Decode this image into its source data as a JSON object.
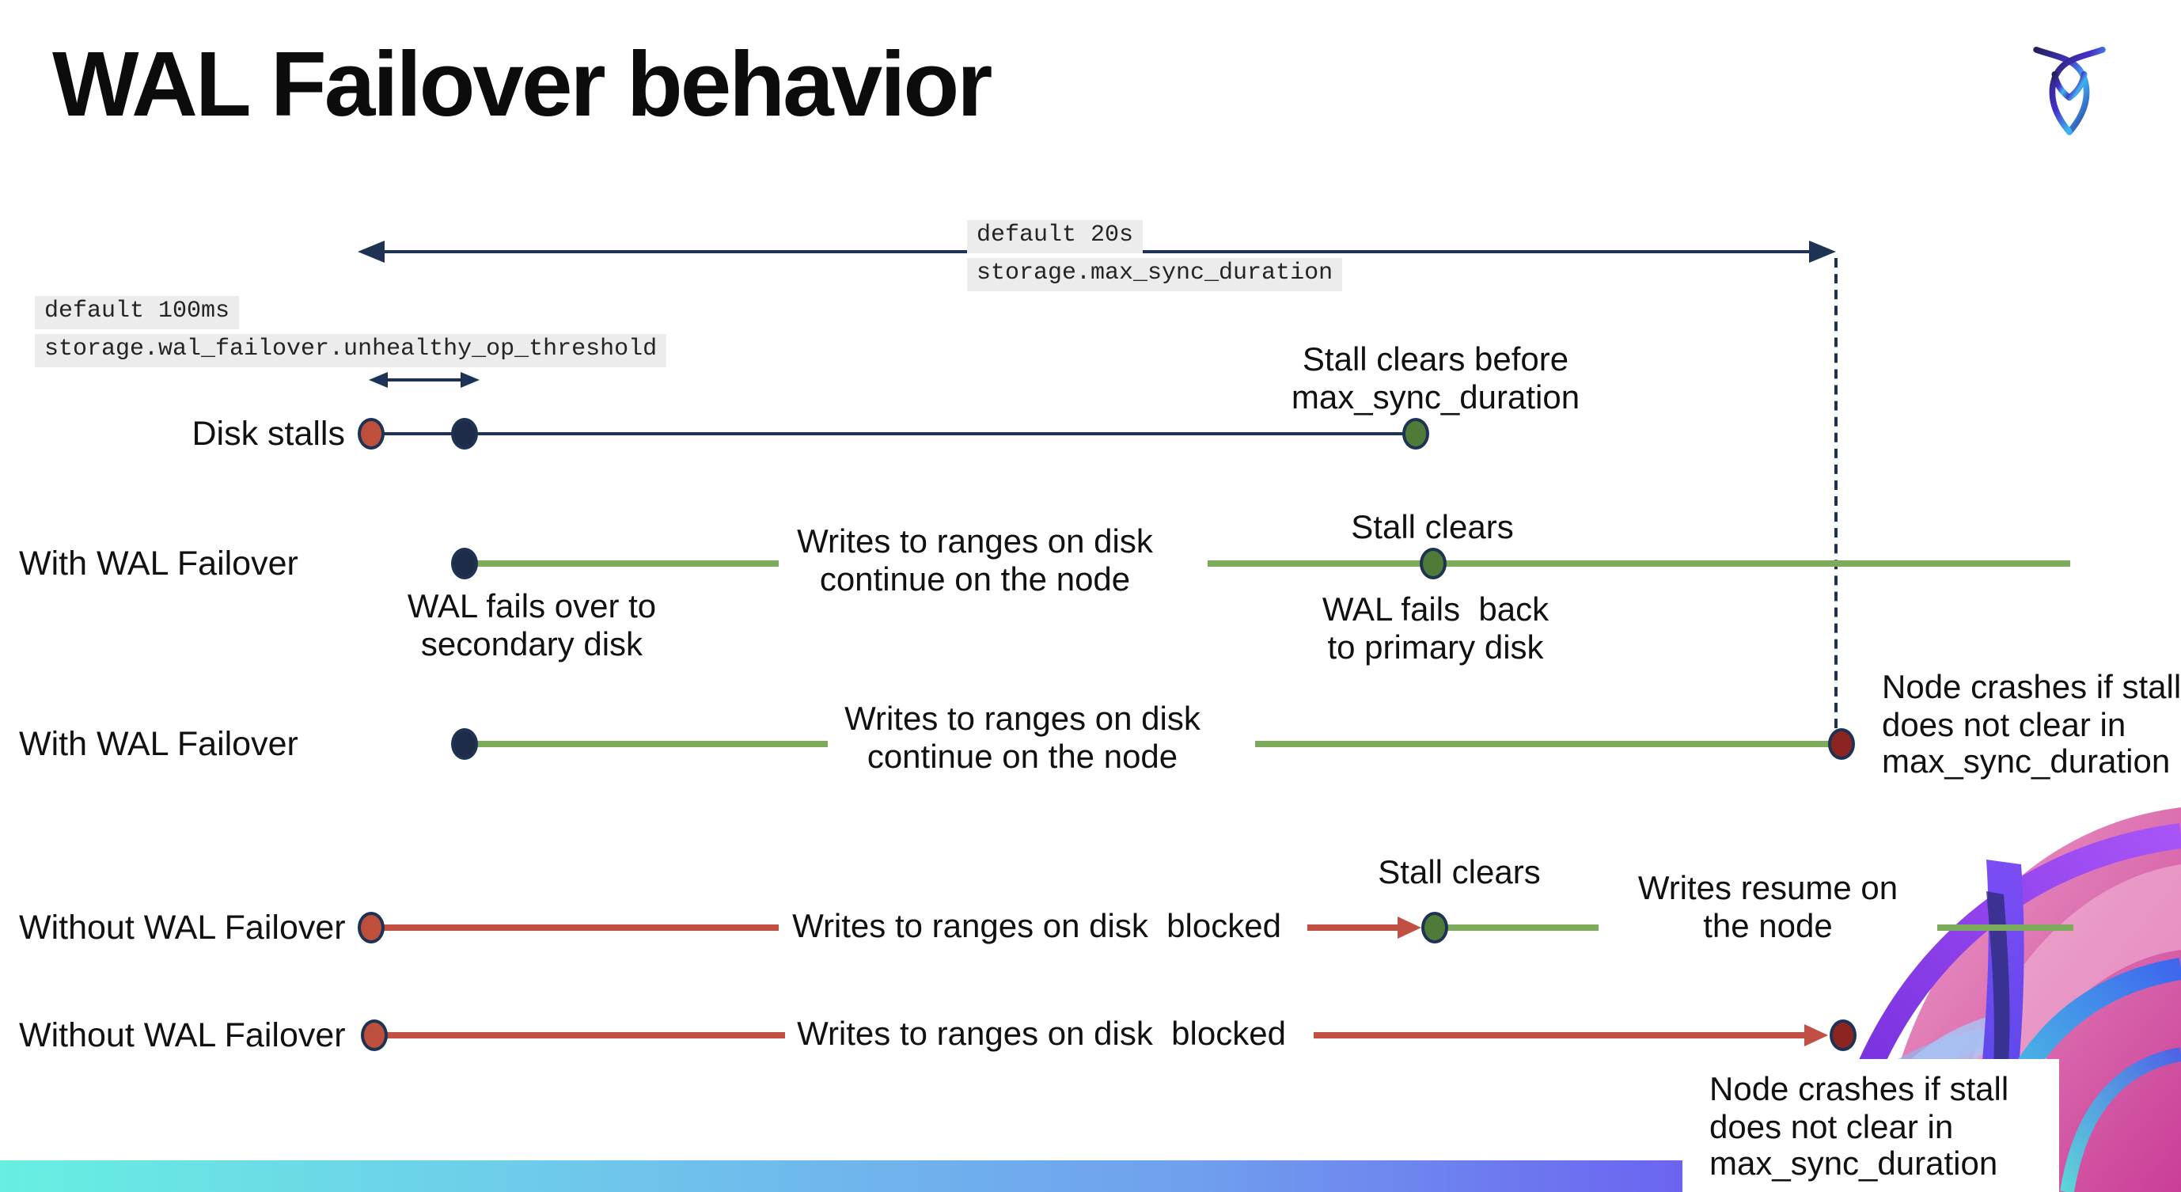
{
  "title": "WAL Failover behavior",
  "icons": {
    "logo": "cockroachdb-mark"
  },
  "settings": {
    "max_sync_duration": {
      "default": "default 20s",
      "name": "storage.max_sync_duration"
    },
    "unhealthy_op_threshold": {
      "default": "default 100ms",
      "name": "storage.wal_failover.unhealthy_op_threshold"
    }
  },
  "rows": {
    "disk_stalls": {
      "label": "Disk stalls",
      "note_line1": "Stall clears before",
      "note_line2": "max_sync_duration"
    },
    "with_wal_failover_1": {
      "label": "With WAL Failover",
      "failover_line1": "WAL fails over to",
      "failover_line2": "secondary disk",
      "writes_line1": "Writes to ranges on disk",
      "writes_line2": "continue on the node",
      "stall_clears": "Stall clears",
      "failback_line1": "WAL fails  back",
      "failback_line2": "to primary disk"
    },
    "with_wal_failover_2": {
      "label": "With WAL Failover",
      "writes_line1": "Writes to ranges on disk",
      "writes_line2": "continue on the node",
      "crash_line1": "Node crashes if stall",
      "crash_line2": "does not clear in",
      "crash_line3": "max_sync_duration"
    },
    "without_wal_failover_1": {
      "label": "Without WAL Failover",
      "blocked": "Writes to ranges on disk  blocked",
      "stall_clears": "Stall clears",
      "resume_line1": "Writes resume on",
      "resume_line2": "the node"
    },
    "without_wal_failover_2": {
      "label": "Without WAL Failover",
      "blocked": "Writes to ranges on disk  blocked",
      "crash_line1": "Node crashes if stall",
      "crash_line2": "does not clear in",
      "crash_line3": "max_sync_duration"
    }
  },
  "colors": {
    "navy": "#1e3354",
    "green_line": "#7dab5c",
    "green_dot": "#4e7b38",
    "red": "#c14f44",
    "red_dot": "#bd4f3c",
    "dark_red_dot": "#8c2422",
    "code_bg": "#ececec",
    "bar_gradient_left": "#67efe1",
    "bar_gradient_right": "#5c2cf2"
  }
}
